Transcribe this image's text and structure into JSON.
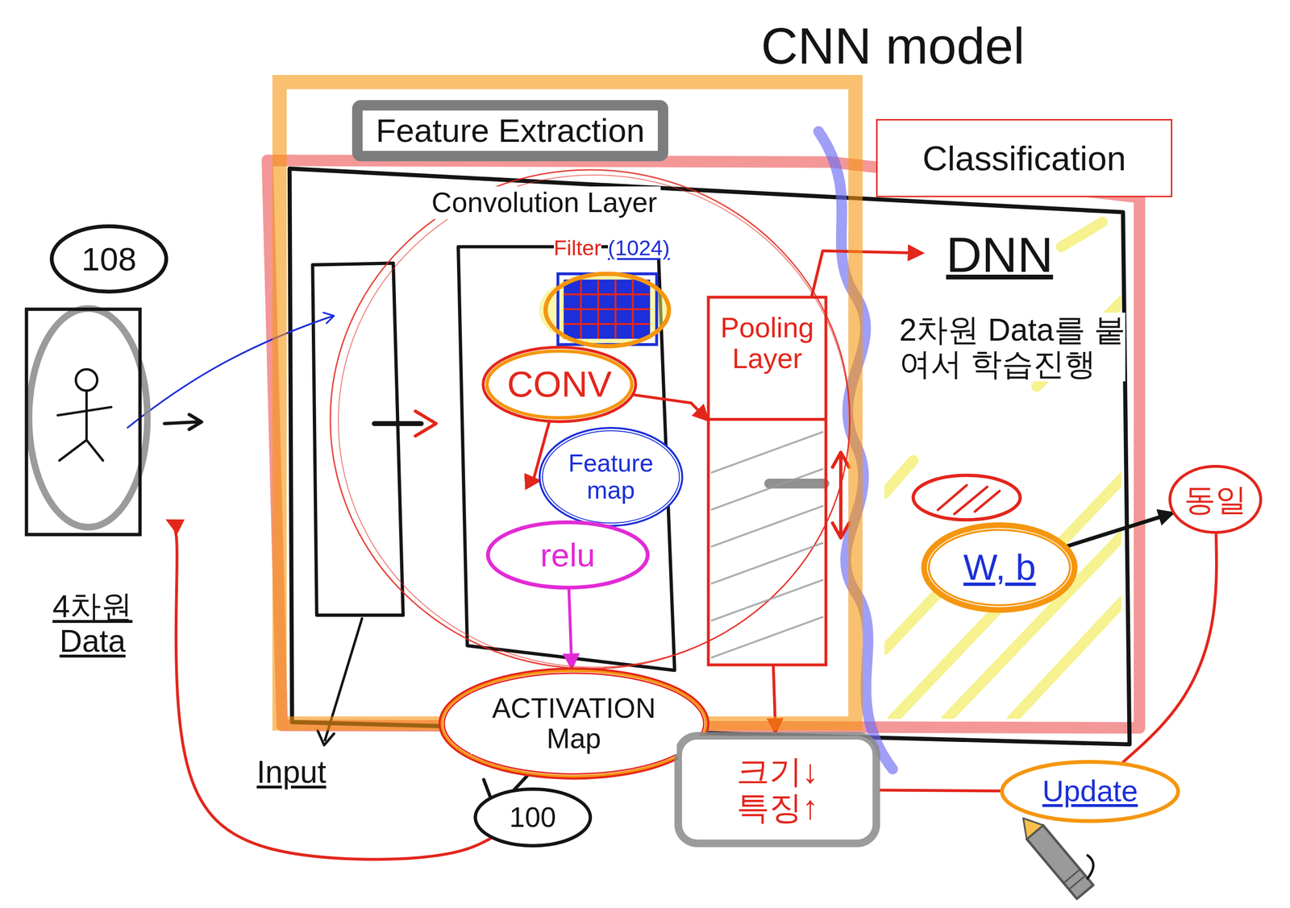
{
  "diagram": {
    "title": "CNN model",
    "nodes": [
      {
        "text": [
          "Feature Extraction"
        ]
      },
      {
        "text": [
          "Convolution Layer"
        ],
        "in": 0
      },
      {
        "text": [
          "Filter",
          "(1024)"
        ],
        "in": 1
      },
      {
        "text": [
          "CONV"
        ],
        "in": 1
      },
      {
        "text": [
          "Feature map"
        ],
        "in": 1
      },
      {
        "text": [
          "relu"
        ],
        "in": 1
      },
      {
        "text": [
          "Pooling Layer"
        ],
        "in": 1
      },
      {
        "text": [
          "108"
        ]
      },
      {
        "text": [
          "4차원 Data"
        ]
      },
      {
        "text": [
          "ACTIVATION Map"
        ]
      },
      {
        "text": [
          "100"
        ]
      },
      {
        "text": [
          "크기↓",
          "특징↑"
        ]
      },
      {
        "text": [
          "Classification"
        ]
      },
      {
        "text": [
          "DNN"
        ]
      },
      {
        "text": [
          "W, b"
        ]
      },
      {
        "text": [
          "동일"
        ]
      },
      {
        "text": [
          "Update"
        ]
      }
    ],
    "edges": [
      {
        "from": 3,
        "to": 4,
        "arrow": "to"
      },
      {
        "from": 3,
        "to": 6,
        "arrow": "to"
      },
      {
        "from": 5,
        "to": 9,
        "arrow": "to"
      },
      {
        "from": 6,
        "to": 11,
        "arrow": "to"
      },
      {
        "from": 6,
        "to": 13,
        "arrow": "to"
      },
      {
        "from": 11,
        "to": 16,
        "arrow": "none"
      },
      {
        "from": 16,
        "to": 15,
        "arrow": "none"
      },
      {
        "from": 14,
        "to": 15,
        "arrow": "to"
      },
      {
        "from": 10,
        "to": 8,
        "arrow": "to"
      }
    ],
    "labels": [
      "Input",
      "2차원 Data를 붙여서 학습진행"
    ]
  }
}
